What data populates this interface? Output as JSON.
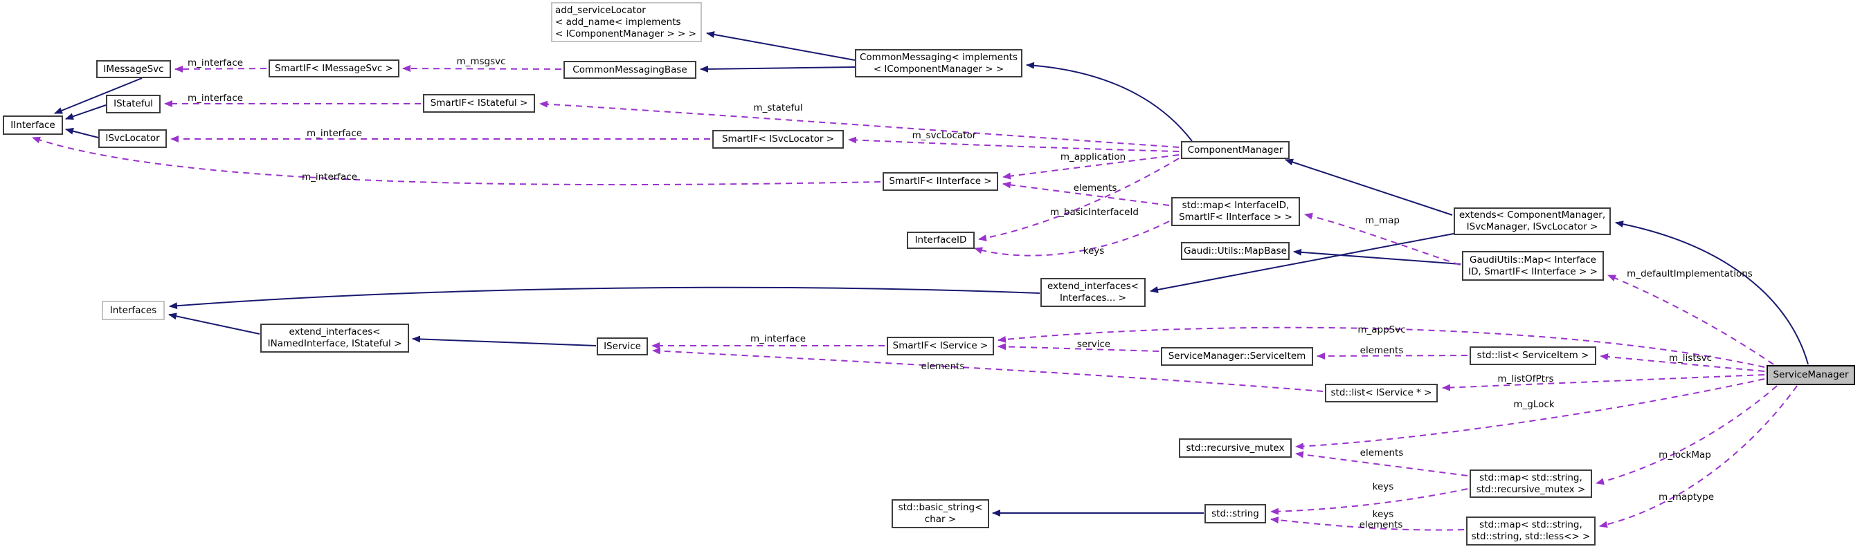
{
  "diagram": {
    "type": "doxygen-collaboration-graph",
    "highlighted_node": "ServiceManager",
    "colors": {
      "background": "#ffffff",
      "inheritance_edge": "#191970",
      "usage_edge": "#9a32cd",
      "node_border": "#3d3d3d",
      "template_node_border": "#c3c3c3",
      "highlight_fill": "#bfbfbf",
      "text": "#000000"
    },
    "nodes": [
      {
        "id": "imessagesvc",
        "lines": [
          "IMessageSvc"
        ]
      },
      {
        "id": "smartif-imessagesvc",
        "lines": [
          "SmartIF< IMessageSvc >"
        ]
      },
      {
        "id": "commonmessagingbase",
        "lines": [
          "CommonMessagingBase"
        ]
      },
      {
        "id": "add-servicelocator",
        "lines": [
          "add_serviceLocator",
          "< add_name< implements",
          "< IComponentManager > > >"
        ]
      },
      {
        "id": "commonmessaging",
        "lines": [
          "CommonMessaging< implements",
          "< IComponentManager > >"
        ]
      },
      {
        "id": "istateful",
        "lines": [
          "IStateful"
        ]
      },
      {
        "id": "smartif-istateful",
        "lines": [
          "SmartIF< IStateful >"
        ]
      },
      {
        "id": "iinterface",
        "lines": [
          "IInterface"
        ]
      },
      {
        "id": "isvclocator",
        "lines": [
          "ISvcLocator"
        ]
      },
      {
        "id": "smartif-isvclocator",
        "lines": [
          "SmartIF< ISvcLocator >"
        ]
      },
      {
        "id": "componentmanager",
        "lines": [
          "ComponentManager"
        ]
      },
      {
        "id": "smartif-iinterface",
        "lines": [
          "SmartIF< IInterface >"
        ]
      },
      {
        "id": "std-map-interfaceid",
        "lines": [
          "std::map< InterfaceID,",
          "SmartIF< IInterface > >"
        ]
      },
      {
        "id": "extends-componentmanager",
        "lines": [
          "extends< ComponentManager,",
          "ISvcManager, ISvcLocator >"
        ]
      },
      {
        "id": "interfaceid",
        "lines": [
          "InterfaceID"
        ]
      },
      {
        "id": "gaudi-utils-mapbase",
        "lines": [
          "Gaudi::Utils::MapBase"
        ]
      },
      {
        "id": "gaudiutils-map",
        "lines": [
          "GaudiUtils::Map< Interface",
          "ID, SmartIF< IInterface > >"
        ]
      },
      {
        "id": "extend-interfaces-variadic",
        "lines": [
          "extend_interfaces<",
          "Interfaces... >"
        ]
      },
      {
        "id": "interfaces",
        "lines": [
          "Interfaces"
        ]
      },
      {
        "id": "extend-interfaces-named",
        "lines": [
          "extend_interfaces<",
          "INamedInterface, IStateful >"
        ]
      },
      {
        "id": "iservice",
        "lines": [
          "IService"
        ]
      },
      {
        "id": "smartif-iservice",
        "lines": [
          "SmartIF< IService >"
        ]
      },
      {
        "id": "servicemanager-serviceitem",
        "lines": [
          "ServiceManager::ServiceItem"
        ]
      },
      {
        "id": "std-list-serviceitem",
        "lines": [
          "std::list< ServiceItem >"
        ]
      },
      {
        "id": "std-list-iservice-ptr",
        "lines": [
          "std::list< IService * >"
        ]
      },
      {
        "id": "std-recursive-mutex",
        "lines": [
          "std::recursive_mutex"
        ]
      },
      {
        "id": "std-map-string-mutex",
        "lines": [
          "std::map< std::string,",
          "std::recursive_mutex >"
        ]
      },
      {
        "id": "std-basic-string-char",
        "lines": [
          "std::basic_string<",
          "char >"
        ]
      },
      {
        "id": "std-string",
        "lines": [
          "std::string"
        ]
      },
      {
        "id": "std-map-string-string",
        "lines": [
          "std::map< std::string,",
          "std::string, std::less<> >"
        ]
      },
      {
        "id": "servicemanager",
        "lines": [
          "ServiceManager"
        ]
      }
    ],
    "edge_labels": [
      {
        "id": "m-interface-msgsvc",
        "text": "m_interface"
      },
      {
        "id": "m-msgsvc",
        "text": "m_msgsvc"
      },
      {
        "id": "m-interface-stateful",
        "text": "m_interface"
      },
      {
        "id": "m-stateful",
        "text": "m_stateful"
      },
      {
        "id": "m-interface-svcloc",
        "text": "m_interface"
      },
      {
        "id": "m-svclocator",
        "text": "m_svcLocator"
      },
      {
        "id": "m-application",
        "text": "m_application"
      },
      {
        "id": "m-interface-iface",
        "text": "m_interface"
      },
      {
        "id": "elements-smartif-iface",
        "text": "elements"
      },
      {
        "id": "m-basicinterfaceid",
        "text": "m_basicInterfaceId"
      },
      {
        "id": "m-map",
        "text": "m_map"
      },
      {
        "id": "keys-interfaceid",
        "text": "keys"
      },
      {
        "id": "m-defaultimplementations",
        "text": "m_defaultImplementations"
      },
      {
        "id": "m-appsvc",
        "text": "m_appSvc"
      },
      {
        "id": "service",
        "text": "service"
      },
      {
        "id": "elements-serviceitem",
        "text": "elements"
      },
      {
        "id": "m-listsvc",
        "text": "m_listsvc"
      },
      {
        "id": "m-interface-iservice",
        "text": "m_interface"
      },
      {
        "id": "elements-iservice",
        "text": "elements"
      },
      {
        "id": "m-listofptrs",
        "text": "m_listOfPtrs"
      },
      {
        "id": "m-glock",
        "text": "m_gLock"
      },
      {
        "id": "elements-mutex",
        "text": "elements"
      },
      {
        "id": "m-lockmap",
        "text": "m_lockMap"
      },
      {
        "id": "keys-string-mutex",
        "text": "keys"
      },
      {
        "id": "m-maptype",
        "text": "m_maptype"
      },
      {
        "id": "keys-string-string",
        "text": "keys"
      },
      {
        "id": "elements-string-string",
        "text": "elements"
      }
    ],
    "edges": [
      {
        "from": "imessagesvc",
        "to": "iinterface",
        "kind": "inheritance"
      },
      {
        "from": "istateful",
        "to": "iinterface",
        "kind": "inheritance"
      },
      {
        "from": "isvclocator",
        "to": "iinterface",
        "kind": "inheritance"
      },
      {
        "from": "commonmessaging",
        "to": "add-servicelocator",
        "kind": "inheritance"
      },
      {
        "from": "commonmessaging",
        "to": "commonmessagingbase",
        "kind": "inheritance"
      },
      {
        "from": "componentmanager",
        "to": "commonmessaging",
        "kind": "inheritance"
      },
      {
        "from": "extends-componentmanager",
        "to": "componentmanager",
        "kind": "inheritance"
      },
      {
        "from": "servicemanager",
        "to": "extends-componentmanager",
        "kind": "inheritance"
      },
      {
        "from": "gaudiutils-map",
        "to": "gaudi-utils-mapbase",
        "kind": "inheritance"
      },
      {
        "from": "extends-componentmanager",
        "to": "extend-interfaces-variadic",
        "kind": "inheritance"
      },
      {
        "from": "extend-interfaces-variadic",
        "to": "interfaces",
        "kind": "inheritance"
      },
      {
        "from": "extend-interfaces-named",
        "to": "interfaces",
        "kind": "inheritance"
      },
      {
        "from": "iservice",
        "to": "extend-interfaces-named",
        "kind": "inheritance"
      },
      {
        "from": "std-string",
        "to": "std-basic-string-char",
        "kind": "inheritance"
      },
      {
        "from": "smartif-imessagesvc",
        "to": "imessagesvc",
        "kind": "usage",
        "label": "m_interface"
      },
      {
        "from": "commonmessagingbase",
        "to": "smartif-imessagesvc",
        "kind": "usage",
        "label": "m_msgsvc"
      },
      {
        "from": "smartif-istateful",
        "to": "istateful",
        "kind": "usage",
        "label": "m_interface"
      },
      {
        "from": "componentmanager",
        "to": "smartif-istateful",
        "kind": "usage",
        "label": "m_stateful"
      },
      {
        "from": "smartif-isvclocator",
        "to": "isvclocator",
        "kind": "usage",
        "label": "m_interface"
      },
      {
        "from": "componentmanager",
        "to": "smartif-isvclocator",
        "kind": "usage",
        "label": "m_svcLocator"
      },
      {
        "from": "componentmanager",
        "to": "smartif-iinterface",
        "kind": "usage",
        "label": "m_application"
      },
      {
        "from": "smartif-iinterface",
        "to": "iinterface",
        "kind": "usage",
        "label": "m_interface"
      },
      {
        "from": "std-map-interfaceid",
        "to": "smartif-iinterface",
        "kind": "usage",
        "label": "elements"
      },
      {
        "from": "componentmanager",
        "to": "interfaceid",
        "kind": "usage",
        "label": "m_basicInterfaceId"
      },
      {
        "from": "std-map-interfaceid",
        "to": "interfaceid",
        "kind": "usage",
        "label": "keys"
      },
      {
        "from": "gaudiutils-map",
        "to": "std-map-interfaceid",
        "kind": "usage",
        "label": "m_map"
      },
      {
        "from": "servicemanager",
        "to": "gaudiutils-map",
        "kind": "usage",
        "label": "m_defaultImplementations"
      },
      {
        "from": "servicemanager",
        "to": "smartif-iservice",
        "kind": "usage",
        "label": "m_appSvc"
      },
      {
        "from": "servicemanager-serviceitem",
        "to": "smartif-iservice",
        "kind": "usage",
        "label": "service"
      },
      {
        "from": "std-list-serviceitem",
        "to": "servicemanager-serviceitem",
        "kind": "usage",
        "label": "elements"
      },
      {
        "from": "servicemanager",
        "to": "std-list-serviceitem",
        "kind": "usage",
        "label": "m_listsvc"
      },
      {
        "from": "smartif-iservice",
        "to": "iservice",
        "kind": "usage",
        "label": "m_interface"
      },
      {
        "from": "std-list-iservice-ptr",
        "to": "iservice",
        "kind": "usage",
        "label": "elements"
      },
      {
        "from": "servicemanager",
        "to": "std-list-iservice-ptr",
        "kind": "usage",
        "label": "m_listOfPtrs"
      },
      {
        "from": "servicemanager",
        "to": "std-recursive-mutex",
        "kind": "usage",
        "label": "m_gLock"
      },
      {
        "from": "std-map-string-mutex",
        "to": "std-recursive-mutex",
        "kind": "usage",
        "label": "elements"
      },
      {
        "from": "servicemanager",
        "to": "std-map-string-mutex",
        "kind": "usage",
        "label": "m_lockMap"
      },
      {
        "from": "std-map-string-mutex",
        "to": "std-string",
        "kind": "usage",
        "label": "keys"
      },
      {
        "from": "std-map-string-string",
        "to": "std-string",
        "kind": "usage",
        "label": "keys / elements"
      },
      {
        "from": "servicemanager",
        "to": "std-map-string-string",
        "kind": "usage",
        "label": "m_maptype"
      }
    ]
  }
}
